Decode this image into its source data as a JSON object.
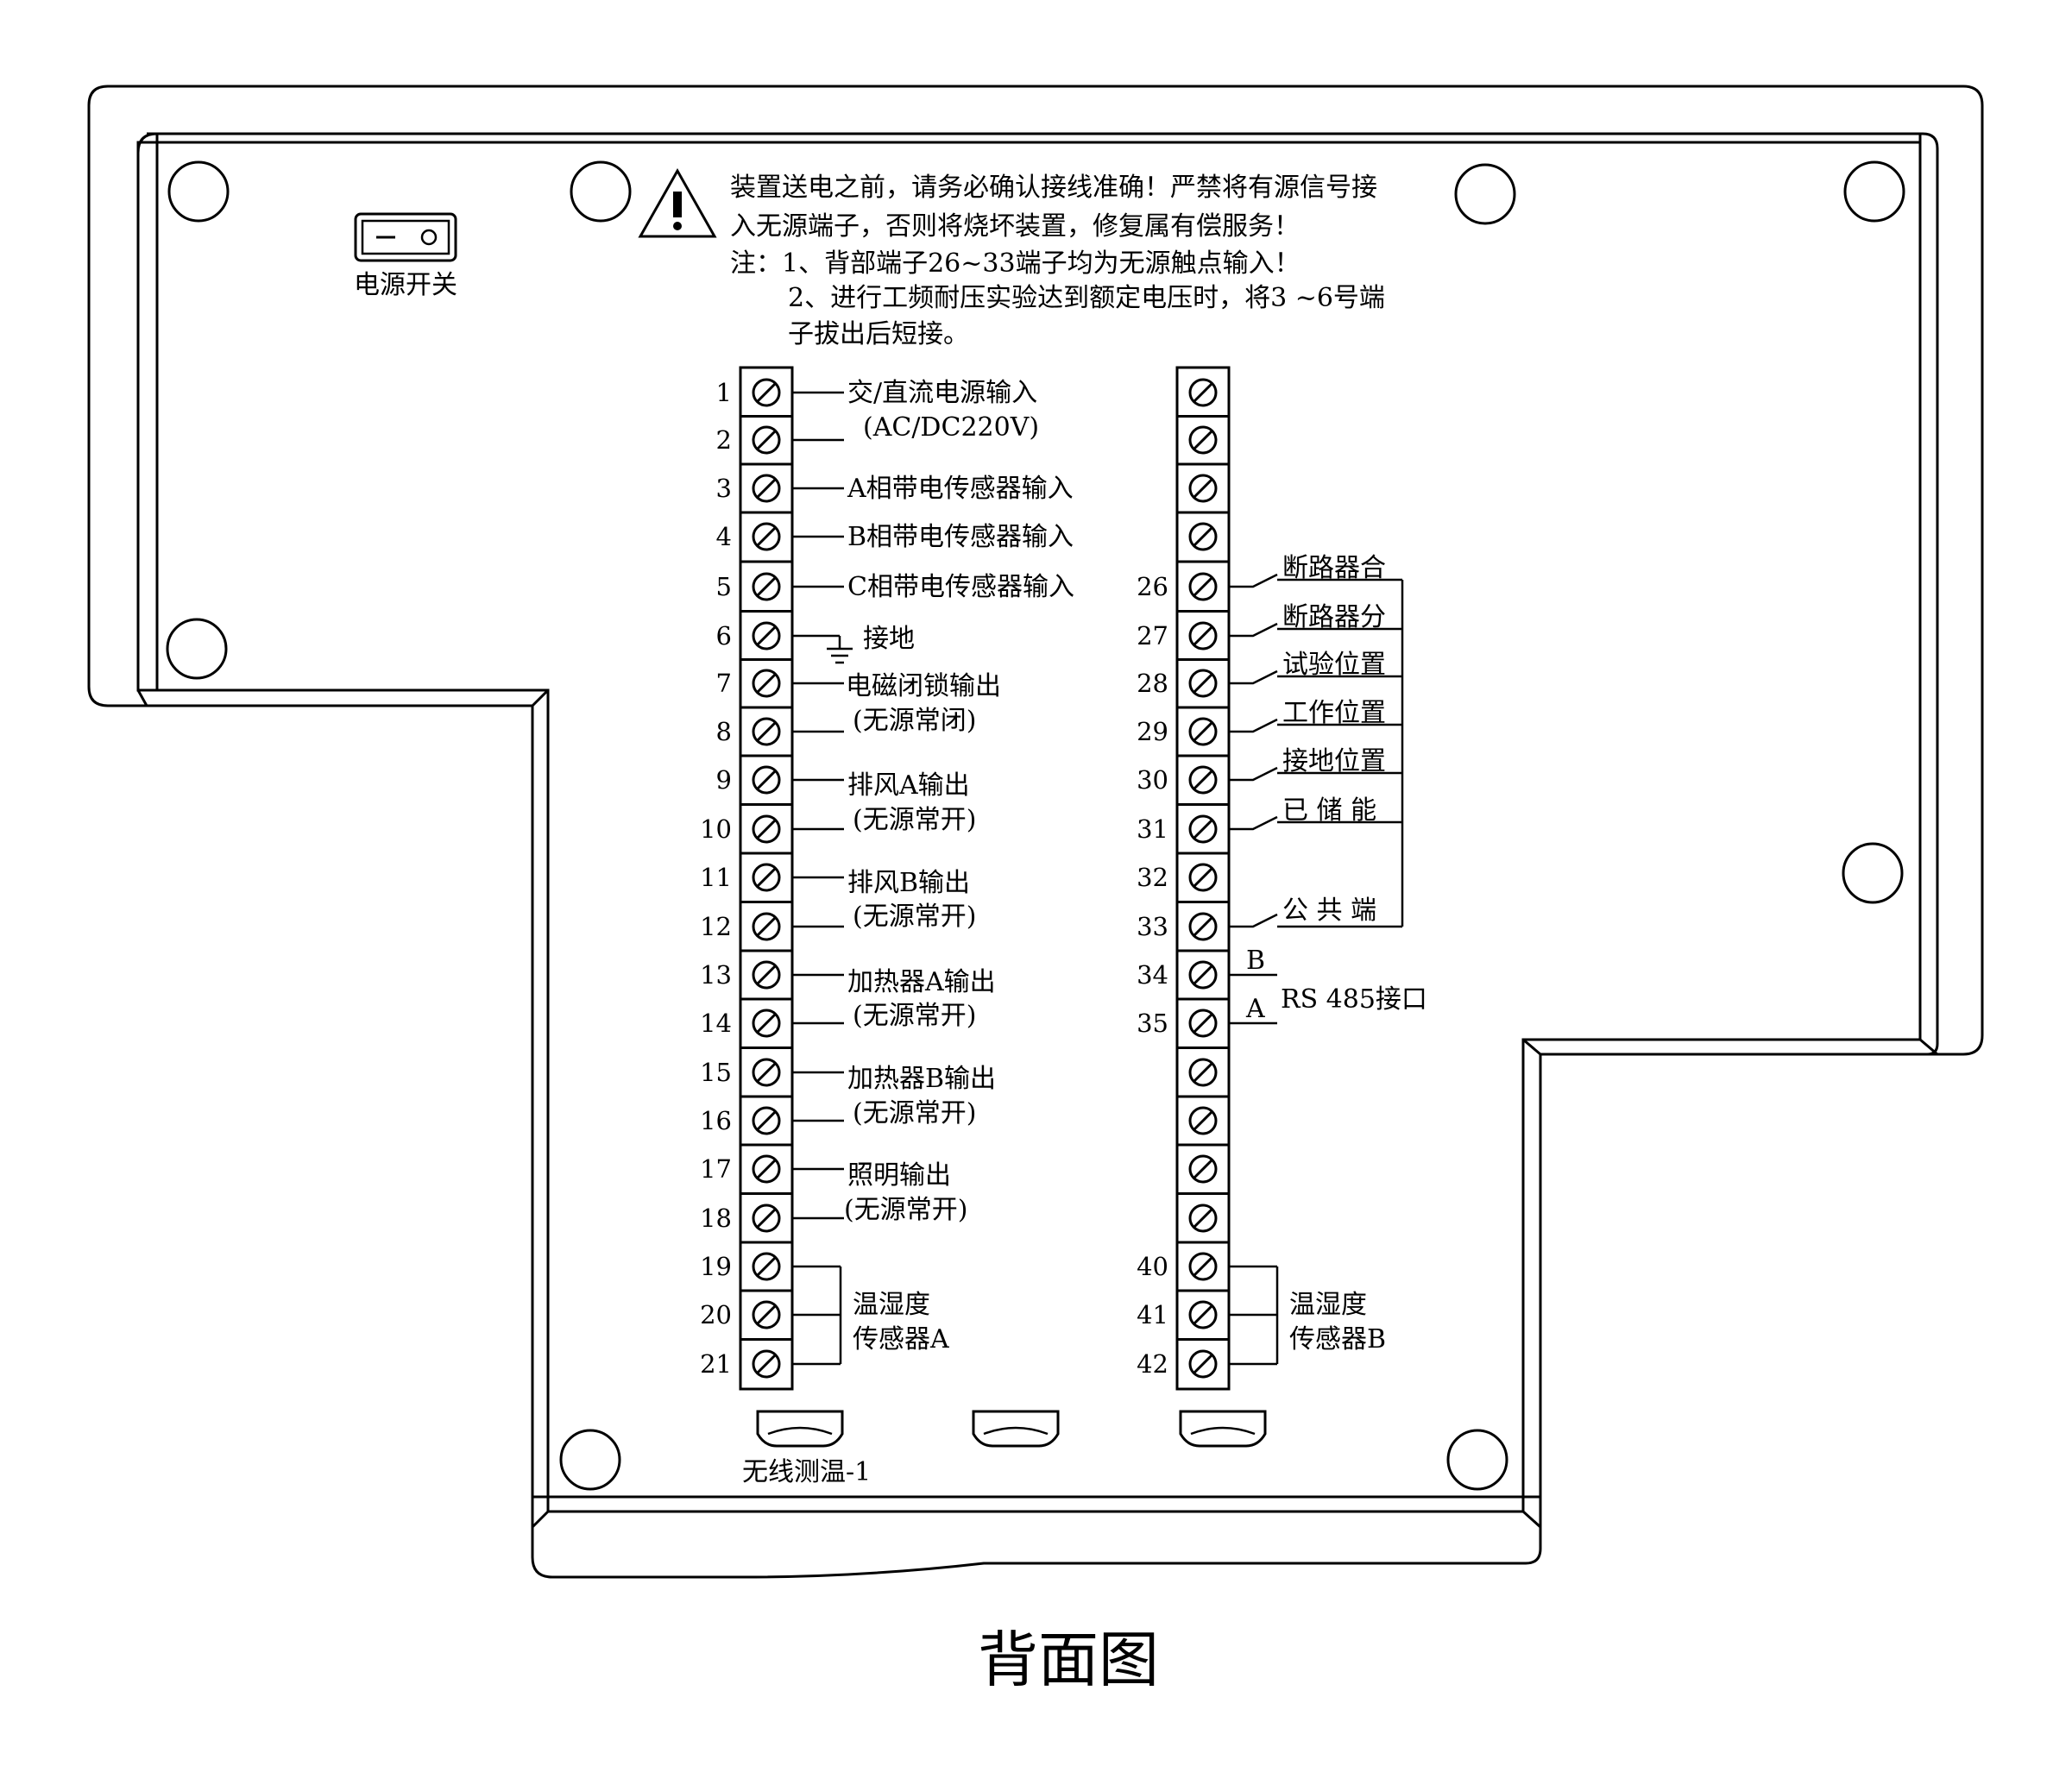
{
  "power_switch": {
    "label": "电源开关"
  },
  "warning": {
    "icon": "warning-triangle-icon",
    "lines": [
      "装置送电之前，请务必确认接线准确！严禁将有源信号接",
      "入无源端子，否则将烧坏装置，修复属有偿服务！",
      "注：1、背部端子26~33端子均为无源触点输入！",
      "2、进行工频耐压实验达到额定电压时，将3 ~6号端",
      "子拔出后短接。"
    ]
  },
  "left_terminals": [
    "1",
    "2",
    "3",
    "4",
    "5",
    "6",
    "7",
    "8",
    "9",
    "10",
    "11",
    "12",
    "13",
    "14",
    "15",
    "16",
    "17",
    "18",
    "19",
    "20",
    "21"
  ],
  "left_labels": [
    "交/直流电源输入",
    "(AC/DC220V)",
    "A相带电传感器输入",
    "B相带电传感器输入",
    "C相带电传感器输入",
    "接地",
    "电磁闭锁输出",
    "(无源常闭)",
    "排风A输出",
    "(无源常开)",
    "排风B输出",
    "(无源常开)",
    "加热器A输出",
    "(无源常开)",
    "加热器B输出",
    "(无源常开)",
    "照明输出",
    "(无源常开)",
    "温湿度",
    "传感器A"
  ],
  "right_terminals": [
    "",
    "",
    "",
    "",
    "26",
    "27",
    "28",
    "29",
    "30",
    "31",
    "32",
    "33",
    "34",
    "35",
    "",
    "",
    "",
    "",
    "40",
    "41",
    "42"
  ],
  "right_labels": [
    "断路器合",
    "断路器分",
    "试验位置",
    "工作位置",
    "接地位置",
    "已 储 能",
    "公 共 端",
    "B",
    "A",
    "RS 485接口",
    "温湿度",
    "传感器B"
  ],
  "connectors": {
    "label": "无线测温-1"
  },
  "caption": "背面图"
}
